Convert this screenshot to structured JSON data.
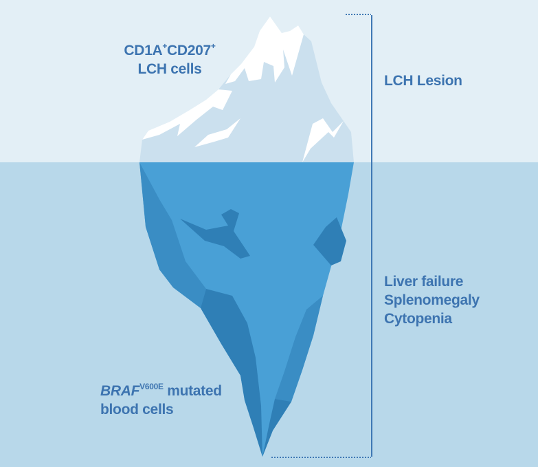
{
  "colors": {
    "sky": "#e3eff6",
    "water": "#b8d8ea",
    "ice_tip_shade": "#cbe0ee",
    "snow": "#ffffff",
    "ice_mid": "#49a0d6",
    "ice_dark": "#3a8dc4",
    "ice_darkest": "#2f7fb6",
    "label": "#3d74b0",
    "bracket": "#3f78b4"
  },
  "labels": {
    "top_marker_a": "CD1A",
    "top_marker_a_sup": "+",
    "top_marker_b": "CD207",
    "top_marker_b_sup": "+",
    "top_line2": "LCH cells",
    "lesion": "LCH Lesion",
    "symptoms": [
      "Liver failure",
      "Splenomegaly",
      "Cytopenia"
    ],
    "bottom_gene": "BRAF",
    "bottom_gene_sup": "V600E",
    "bottom_line1_rest": " mutated",
    "bottom_line2": "blood cells"
  }
}
